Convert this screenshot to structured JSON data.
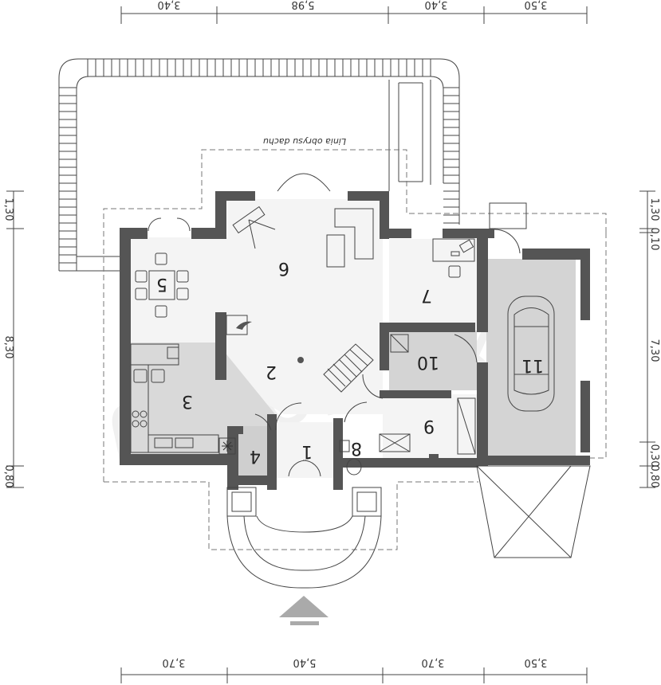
{
  "plan": {
    "roof_outline_label": "Linia obrysu dachu",
    "watermark": "extradom",
    "top_dimensions": [
      "3,40",
      "5,98",
      "3,40",
      "3,50"
    ],
    "bottom_dimensions": [
      "3,70",
      "5,40",
      "3,70",
      "3,50"
    ],
    "left_dimensions": [
      "1,30",
      "8,30",
      "0,80"
    ],
    "right_dimensions": [
      "1,30",
      "0,10",
      "7,30",
      "0,30",
      "0,80"
    ],
    "rooms": {
      "r1": "1",
      "r2": "2",
      "r3": "3",
      "r4": "4",
      "r5": "5",
      "r6": "6",
      "r7": "7",
      "r8": "8",
      "r9": "9",
      "r10": "10",
      "r11": "11"
    },
    "entrance_icon": "entrance-arrow-icon",
    "colors": {
      "wall": "#555555",
      "fill_grey": "#d4d4d4",
      "fill_light": "#f4f4f4"
    }
  }
}
